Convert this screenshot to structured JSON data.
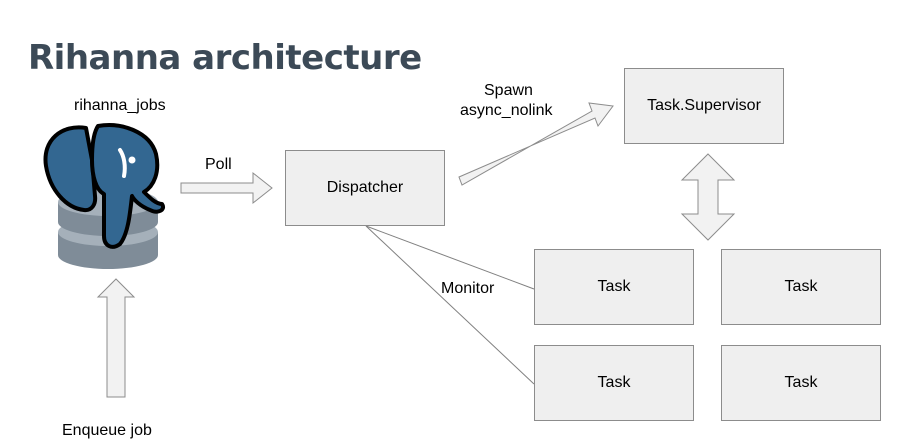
{
  "title": "Rihanna architecture",
  "database": {
    "label": "rihanna_jobs",
    "icon": "postgresql-elephant-icon"
  },
  "edges": {
    "poll": "Poll",
    "spawn_line1": "Spawn",
    "spawn_line2": "async_nolink",
    "monitor": "Monitor",
    "enqueue": "Enqueue job"
  },
  "nodes": {
    "dispatcher": "Dispatcher",
    "supervisor": "Task.Supervisor",
    "tasks": [
      "Task",
      "Task",
      "Task",
      "Task"
    ]
  },
  "colors": {
    "title": "#3c4a57",
    "box_fill": "#efefef",
    "box_border": "#8c8c8c",
    "elephant_blue": "#336791",
    "db_gray": "#7f8c98"
  }
}
